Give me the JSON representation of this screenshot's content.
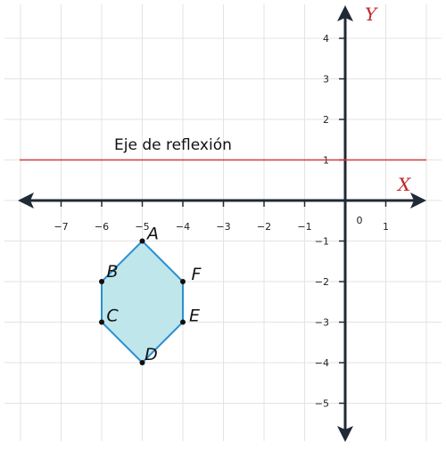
{
  "diagram": {
    "x_axis": {
      "name": "X",
      "ticks": [
        -7,
        -6,
        -5,
        -4,
        -3,
        -2,
        -1,
        1
      ],
      "min": -7.8,
      "max": 1.8
    },
    "y_axis": {
      "name": "Y",
      "ticks": [
        4,
        3,
        2,
        1,
        -1,
        -2,
        -3,
        -4,
        -5
      ],
      "min": -5.8,
      "max": 4.8
    },
    "origin_label": "0",
    "grid": true,
    "reflection_axis": {
      "label": "Eje de reflexión",
      "y": 1,
      "color": "#d23b3b"
    },
    "axis_name_color": "#c0262a",
    "hexagon": {
      "fill": "#bfe6ea",
      "stroke": "#2a8fd0",
      "vertices": [
        {
          "name": "A",
          "x": -5,
          "y": -1
        },
        {
          "name": "F",
          "x": -4,
          "y": -2
        },
        {
          "name": "E",
          "x": -4,
          "y": -3
        },
        {
          "name": "D",
          "x": -5,
          "y": -4
        },
        {
          "name": "C",
          "x": -6,
          "y": -3
        },
        {
          "name": "B",
          "x": -6,
          "y": -2
        }
      ]
    }
  }
}
